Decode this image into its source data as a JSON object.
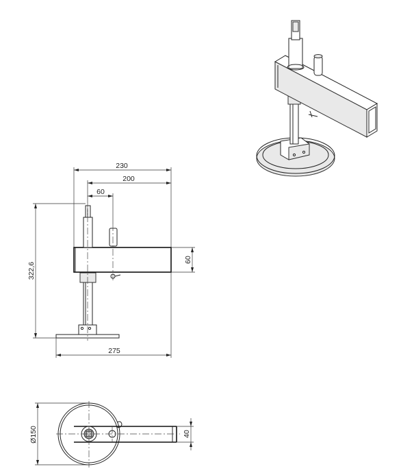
{
  "dimensions": {
    "front_width_overall": "230",
    "front_width_arm": "200",
    "front_offset_pin": "60",
    "front_height": "322,6",
    "front_arm_height": "60",
    "front_base_width": "275",
    "top_base_diameter": "Ø150",
    "top_arm_width": "40"
  },
  "colors": {
    "line": "#222222",
    "surface": "#e9e9e9",
    "shade": "#bdbdbd"
  }
}
